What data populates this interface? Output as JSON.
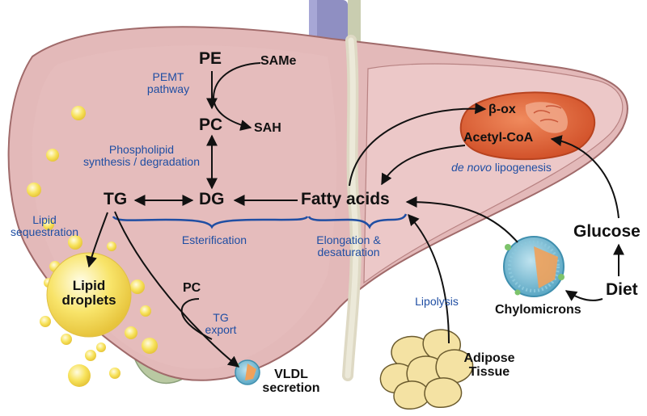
{
  "colors": {
    "liver_fill": "#e3b9b9",
    "liver_light": "#efd3d3",
    "liver_outline": "#a06a6a",
    "label_blue": "#1f4ea3",
    "droplet": "#f6df4c",
    "mito": "#e4673d",
    "adipose": "#f4e2a3",
    "arrow": "#111111"
  },
  "nodes": {
    "pe": "PE",
    "same": "SAMe",
    "pc": "PC",
    "sah": "SAH",
    "tg": "TG",
    "dg": "DG",
    "fatty_acids": "Fatty acids",
    "beta_ox": "β-ox",
    "acetyl_coa": "Acetyl-CoA",
    "glucose": "Glucose",
    "diet": "Diet",
    "chylomicrons": "Chylomicrons",
    "lipid_droplets_1": "Lipid",
    "lipid_droplets_2": "droplets",
    "pc_export": "PC",
    "vldl_1": "VLDL",
    "vldl_2": "secretion",
    "adipose_1": "Adipose",
    "adipose_2": "Tissue"
  },
  "processes": {
    "pemt_1": "PEMT",
    "pemt_2": "pathway",
    "phospholipid_1": "Phospholipid",
    "phospholipid_2": "synthesis / degradation",
    "lipid_seq_1": "Lipid",
    "lipid_seq_2": "sequestration",
    "esterification": "Esterification",
    "elongation_1": "Elongation &",
    "elongation_2": "desaturation",
    "de_novo_italic": "de novo",
    "de_novo_rest": " lipogenesis",
    "lipolysis": "Lipolysis",
    "tg_export_1": "TG",
    "tg_export_2": "export"
  },
  "icons": {
    "liver": "liver-illustration",
    "mitochondrion": "mitochondrion-icon",
    "lipid_droplets": "lipid-droplet-icon",
    "chylomicron": "chylomicron-icon",
    "vldl": "vldl-particle-icon",
    "adipose": "adipose-cells-icon"
  }
}
